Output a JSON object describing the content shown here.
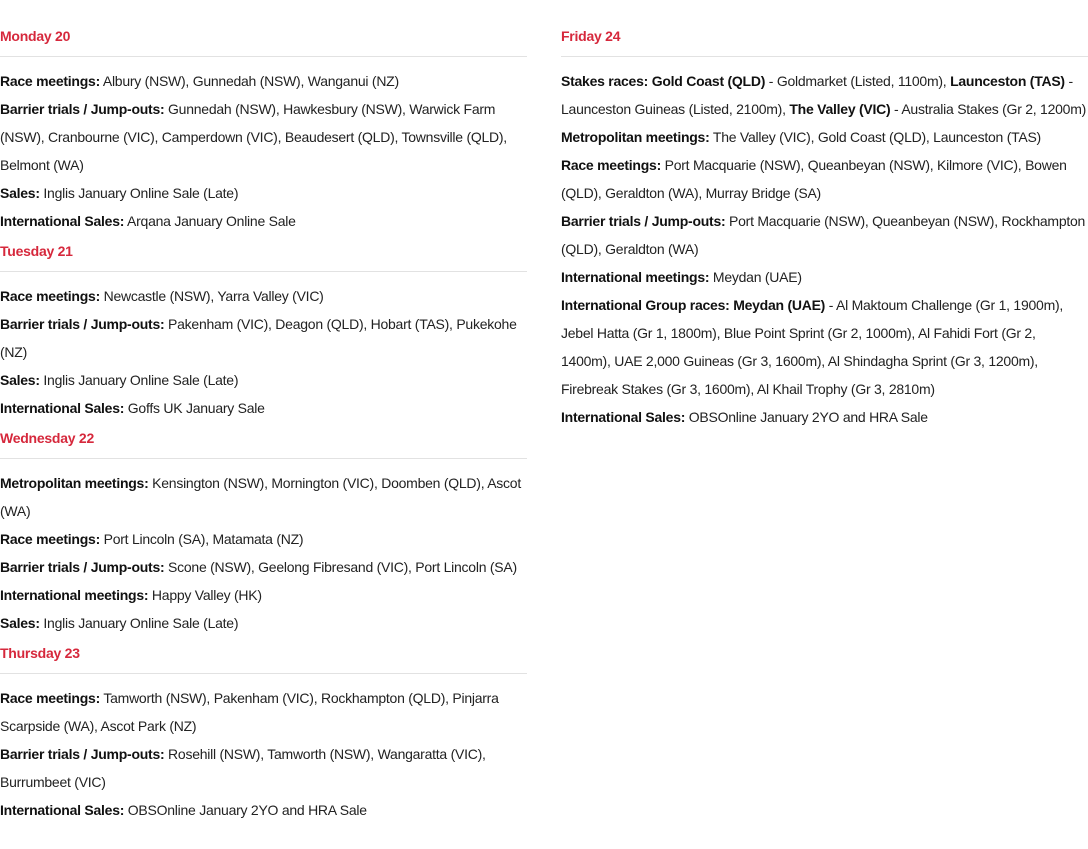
{
  "colors": {
    "heading": "#d6283c",
    "divider": "#e2e2e2",
    "text": "#222222"
  },
  "days_left": [
    {
      "title": "Monday 20",
      "entries": [
        {
          "label": "Race meetings:",
          "text": "Albury (NSW), Gunnedah (NSW), Wanganui (NZ)"
        },
        {
          "label": "Barrier trials / Jump-outs:",
          "text": "Gunnedah (NSW), Hawkesbury (NSW), Warwick Farm (NSW), Cranbourne (VIC), Camperdown (VIC), Beaudesert (QLD), Townsville (QLD), Belmont (WA)"
        },
        {
          "label": "Sales:",
          "text": "Inglis January Online Sale (Late)"
        },
        {
          "label": "International Sales:",
          "text": "Arqana January Online Sale"
        }
      ]
    },
    {
      "title": "Tuesday 21",
      "entries": [
        {
          "label": "Race meetings:",
          "text": "Newcastle (NSW), Yarra Valley (VIC)"
        },
        {
          "label": "Barrier trials / Jump-outs:",
          "text": "Pakenham (VIC), Deagon (QLD), Hobart (TAS), Pukekohe (NZ)"
        },
        {
          "label": "Sales:",
          "text": "Inglis January Online Sale (Late)"
        },
        {
          "label": "International Sales:",
          "text": "Goffs UK January Sale"
        }
      ]
    },
    {
      "title": "Wednesday 22",
      "entries": [
        {
          "label": "Metropolitan meetings:",
          "text": "Kensington (NSW), Mornington (VIC), Doomben (QLD), Ascot (WA)"
        },
        {
          "label": "Race meetings:",
          "text": "Port Lincoln (SA), Matamata (NZ)"
        },
        {
          "label": "Barrier trials / Jump-outs:",
          "text": "Scone (NSW), Geelong Fibresand (VIC), Port Lincoln (SA)"
        },
        {
          "label": "International meetings:",
          "text": "Happy Valley (HK)"
        },
        {
          "label": "Sales:",
          "text": "Inglis January Online Sale (Late)"
        }
      ]
    },
    {
      "title": "Thursday 23",
      "entries": [
        {
          "label": "Race meetings:",
          "text": "Tamworth (NSW), Pakenham (VIC), Rockhampton (QLD), Pinjarra Scarpside (WA), Ascot Park (NZ)"
        },
        {
          "label": "Barrier trials / Jump-outs:",
          "text": "Rosehill (NSW), Tamworth (NSW), Wangaratta (VIC), Burrumbeet (VIC)"
        },
        {
          "label": "International Sales:",
          "text": "OBSOnline January 2YO and HRA Sale"
        }
      ]
    }
  ],
  "days_right": [
    {
      "title": "Friday 24",
      "entries": [
        {
          "label": "Stakes races:",
          "segments": [
            {
              "t": " "
            },
            {
              "b": "Gold Coast (QLD)"
            },
            {
              "t": " - Goldmarket (Listed, 1100m), "
            },
            {
              "b": "Launceston (TAS)"
            },
            {
              "t": " - Launceston Guineas (Listed, 2100m), "
            },
            {
              "b": "The Valley (VIC)"
            },
            {
              "t": " - Australia Stakes (Gr 2, 1200m)"
            }
          ]
        },
        {
          "label": "Metropolitan meetings:",
          "text": "The Valley (VIC), Gold Coast (QLD), Launceston (TAS)"
        },
        {
          "label": "Race meetings:",
          "text": "Port Macquarie (NSW), Queanbeyan (NSW), Kilmore (VIC), Bowen (QLD), Geraldton (WA), Murray Bridge (SA)"
        },
        {
          "label": "Barrier trials / Jump-outs:",
          "text": "Port Macquarie (NSW), Queanbeyan (NSW), Rockhampton (QLD), Geraldton (WA)"
        },
        {
          "label": "International meetings:",
          "text": "Meydan (UAE)"
        },
        {
          "label": "International Group races:",
          "segments": [
            {
              "t": " "
            },
            {
              "b": "Meydan (UAE)"
            },
            {
              "t": " - Al Maktoum Challenge (Gr 1, 1900m), Jebel Hatta (Gr 1, 1800m), Blue Point Sprint (Gr 2, 1000m), Al Fahidi Fort (Gr 2, 1400m), UAE 2,000 Guineas (Gr 3, 1600m), Al Shindagha Sprint (Gr 3, 1200m), Firebreak Stakes (Gr 3, 1600m), Al Khail Trophy (Gr 3, 2810m)"
            }
          ]
        },
        {
          "label": "International Sales:",
          "text": "OBSOnline January 2YO and HRA Sale"
        }
      ]
    }
  ]
}
